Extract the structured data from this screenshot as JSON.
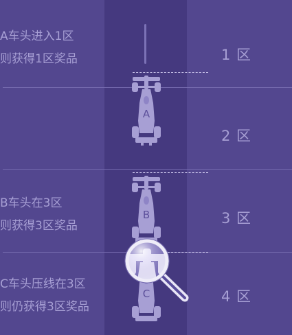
{
  "zones": [
    {
      "label": "1 区"
    },
    {
      "label": "2 区"
    },
    {
      "label": "3 区"
    },
    {
      "label": "4 区"
    }
  ],
  "rules": [
    {
      "line1": "A车头进入1区",
      "line2": "则获得1区奖品"
    },
    {
      "line1": "B车头在3区",
      "line2": "则获得3区奖品"
    },
    {
      "line1": "C车头压线在3区",
      "line2": "则仍获得3区奖品"
    }
  ],
  "cars": [
    {
      "letter": "A"
    },
    {
      "letter": "B"
    },
    {
      "letter": "C"
    }
  ],
  "colors": {
    "background": "#53478f",
    "track": "#45397f",
    "car": "#a79fd4",
    "text": "#a79fd4"
  },
  "icons": {
    "magnifier": "magnifier-icon",
    "car": "race-car-icon"
  }
}
